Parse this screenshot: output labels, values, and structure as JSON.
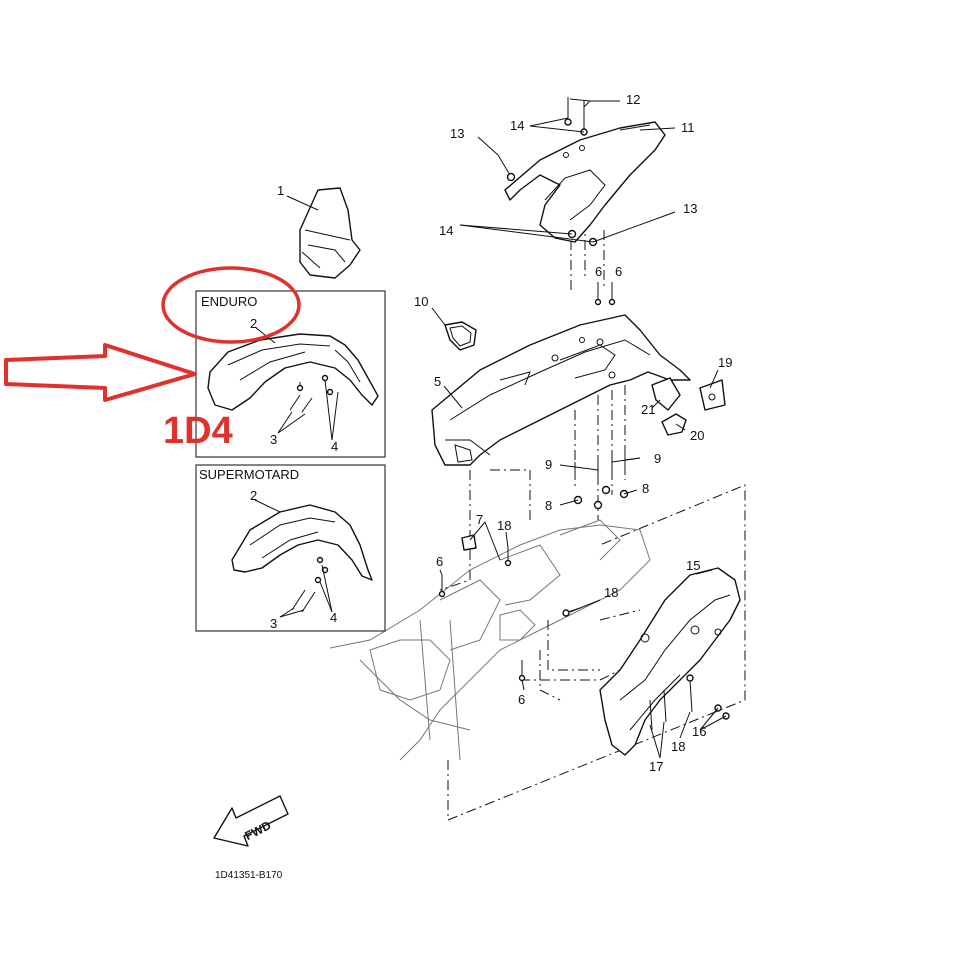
{
  "labels": {
    "enduro": "ENDURO",
    "supermotard": "SUPERMOTARD",
    "model_code": "1D4",
    "figure_code": "1D41351-B170",
    "fwd": "FWD"
  },
  "callouts": {
    "c1": "1",
    "c2a": "2",
    "c3a": "3",
    "c4a": "4",
    "c2b": "2",
    "c3b": "3",
    "c4b": "4",
    "c5": "5",
    "c6a": "6",
    "c6b": "6",
    "c6c": "6",
    "c6d": "6",
    "c7": "7",
    "c8a": "8",
    "c8b": "8",
    "c9a": "9",
    "c9b": "9",
    "c10": "10",
    "c11": "11",
    "c12": "12",
    "c13a": "13",
    "c13b": "13",
    "c14a": "14",
    "c14b": "14",
    "c15": "15",
    "c16": "16",
    "c17": "17",
    "c18a": "18",
    "c18b": "18",
    "c18c": "18",
    "c19": "19",
    "c20": "20",
    "c21": "21"
  },
  "colors": {
    "annotation_red": "#e0312b",
    "line": "#111111"
  }
}
